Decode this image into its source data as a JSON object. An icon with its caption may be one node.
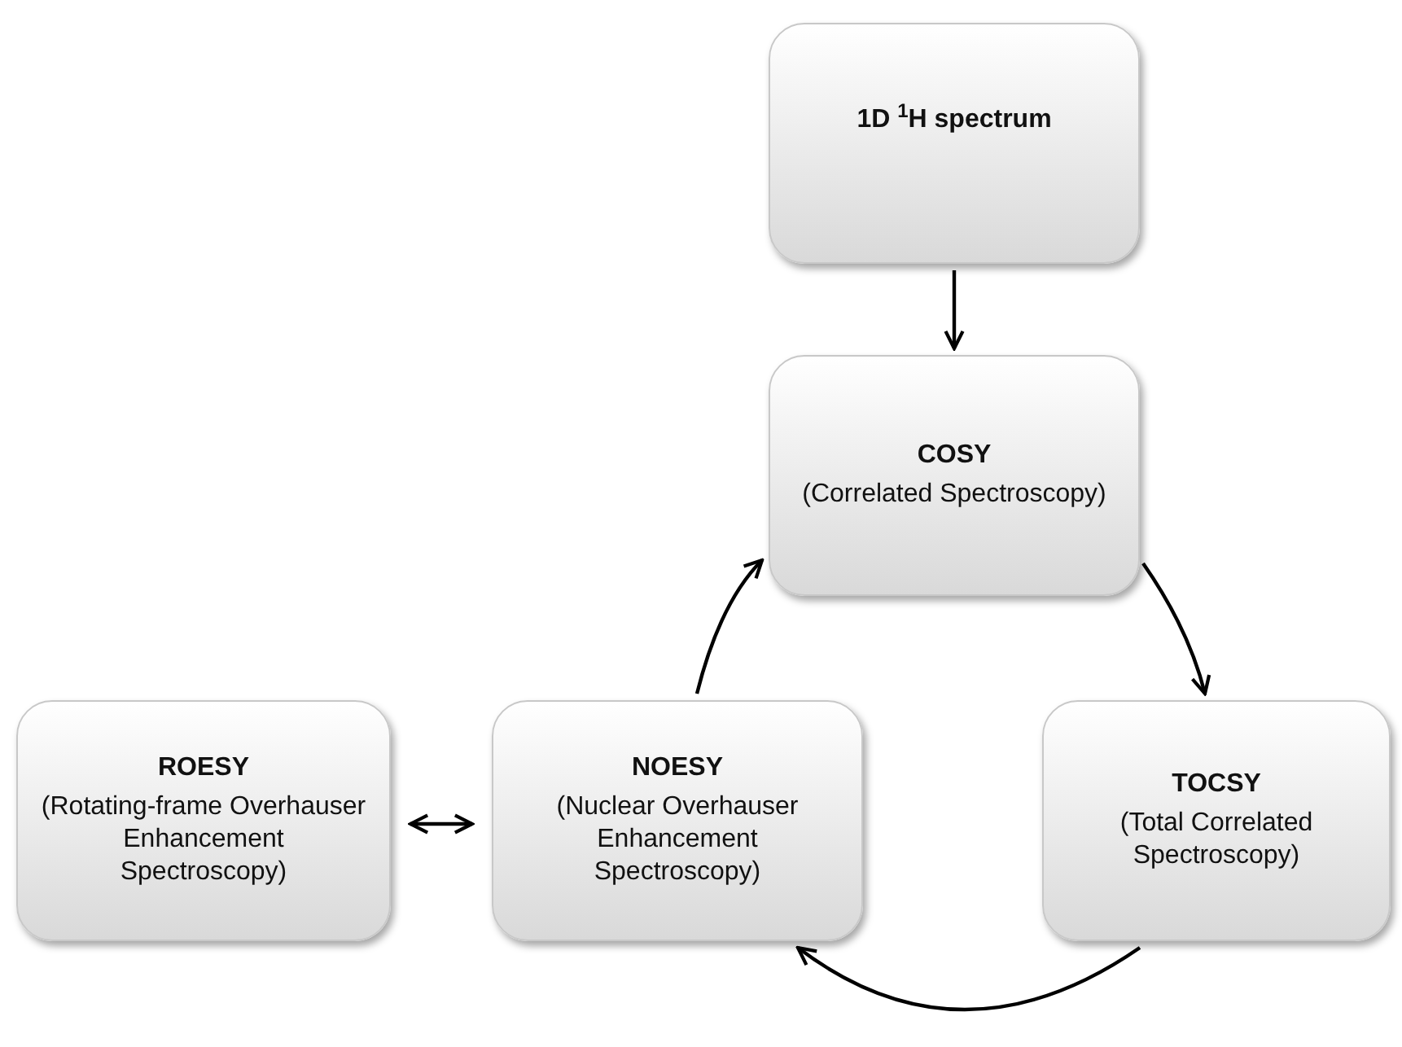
{
  "diagram": {
    "nodes": [
      {
        "text": [
          "1D $^{1}$H spectrum"
        ]
      },
      {
        "text": [
          "COSY",
          "(Correlated Spectroscopy)"
        ]
      },
      {
        "text": [
          "ROESY",
          "(Rotating-frame Overhauser Enhancement Spectroscopy)"
        ]
      },
      {
        "text": [
          "NOESY",
          "(Nuclear Overhauser Enhancement Spectroscopy)"
        ]
      },
      {
        "text": [
          "TOCSY",
          "(Total Correlated Spectroscopy)"
        ]
      }
    ],
    "edges": [
      {
        "from": 0,
        "to": 1,
        "arrow": "to"
      },
      {
        "from": 1,
        "to": 4,
        "arrow": "to"
      },
      {
        "from": 4,
        "to": 3,
        "arrow": "to"
      },
      {
        "from": 3,
        "to": 1,
        "arrow": "to"
      },
      {
        "from": 2,
        "to": 3,
        "arrow": "both"
      }
    ]
  }
}
